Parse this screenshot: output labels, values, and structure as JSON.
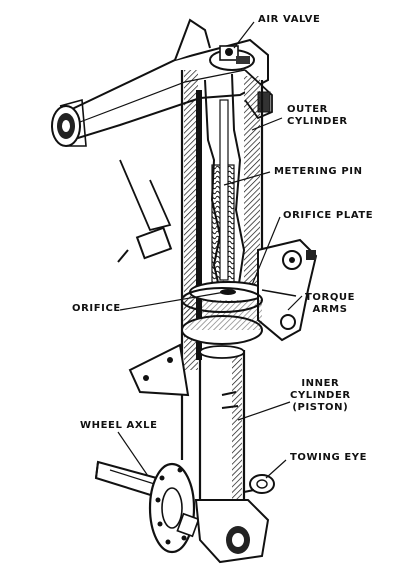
{
  "diagram": {
    "labels": {
      "air_valve": "AIR VALVE",
      "outer_cylinder": [
        "OUTER",
        "CYLINDER"
      ],
      "metering_pin": "METERING PIN",
      "orifice_plate": "ORIFICE PLATE",
      "orifice": "ORIFICE",
      "torque_arms": [
        "TORQUE",
        "ARMS"
      ],
      "inner_cylinder": [
        "INNER",
        "CYLINDER",
        "(PISTON)"
      ],
      "wheel_axle": "WHEEL AXLE",
      "towing_eye": "TOWING EYE"
    }
  }
}
